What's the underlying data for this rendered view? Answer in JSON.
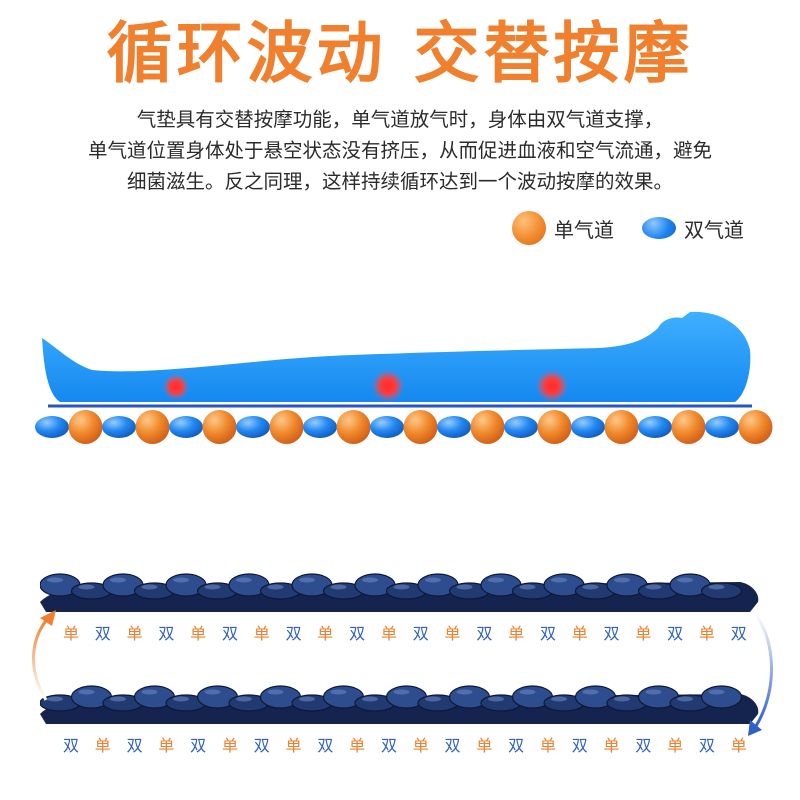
{
  "headline": "循环波动 交替按摩",
  "description": [
    "气垫具有交替按摩功能，单气道放气时，身体由双气道支撑，",
    "单气道位置身体处于悬空状态没有挤压，从而促进血液和空气流通，避免",
    "细菌滋生。反之同理，这样持续循环达到一个波动按摩的效果。"
  ],
  "legend": {
    "single": "单气道",
    "double": "双气道"
  },
  "colors": {
    "orange": "#f0802e",
    "blue": "#1f84f0",
    "body": "#1e9bff",
    "label_blue": "#2f5fc8"
  },
  "row1_labels": [
    "单",
    "双",
    "单",
    "双",
    "单",
    "双",
    "单",
    "双",
    "单",
    "双",
    "单",
    "双",
    "单",
    "双",
    "单",
    "双",
    "单",
    "双",
    "单",
    "双",
    "单",
    "双"
  ],
  "row2_labels": [
    "双",
    "单",
    "双",
    "单",
    "双",
    "单",
    "双",
    "单",
    "双",
    "单",
    "双",
    "单",
    "双",
    "单",
    "双",
    "单",
    "双",
    "单",
    "双",
    "单",
    "双",
    "单"
  ]
}
